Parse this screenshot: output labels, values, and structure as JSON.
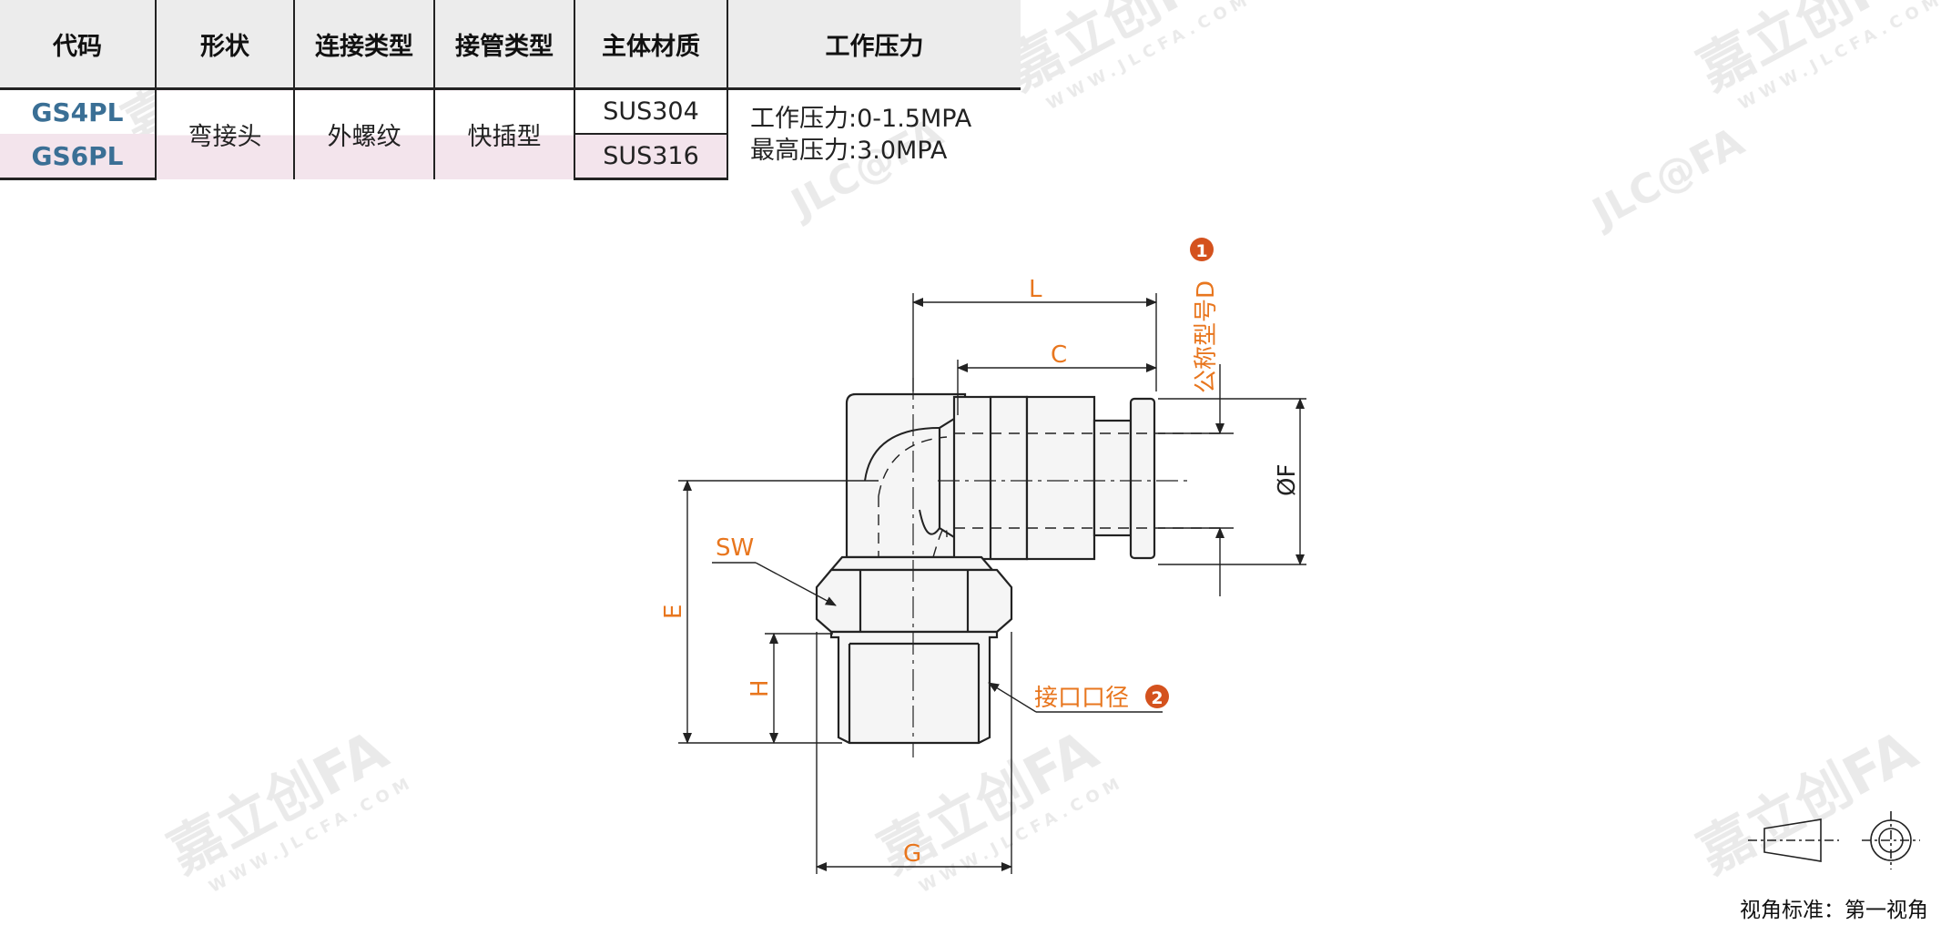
{
  "table": {
    "headers": [
      "代码",
      "形状",
      "连接类型",
      "接管类型",
      "主体材质",
      "工作压力"
    ],
    "rows": [
      {
        "code": "GS4PL",
        "material": "SUS304"
      },
      {
        "code": "GS6PL",
        "material": "SUS316"
      }
    ],
    "shape": "弯接头",
    "connection": "外螺纹",
    "tube_type": "快插型",
    "pressure_line1": "工作压力:0-1.5MPA",
    "pressure_line2": "最高压力:3.0MPA"
  },
  "dimensions": {
    "L": "L",
    "C": "C",
    "nominal": "公称型号D",
    "nominal_badge": "1",
    "F": "ØF",
    "SW": "SW",
    "E": "E",
    "H": "H",
    "G": "G",
    "port": "接口口径",
    "port_badge": "2"
  },
  "watermark": {
    "brand": "嘉立创FA",
    "url": "WWW.JLCFA.COM",
    "logo": "JLC@FA"
  },
  "view_standard": "视角标准：第一视角",
  "colors": {
    "dimension": "#e8761e",
    "badge": "#d4521e",
    "code": "#3a6f95",
    "row_highlight": "#f3e4ec",
    "header_bg": "#ececec",
    "part_fill": "#f5f5f5"
  }
}
